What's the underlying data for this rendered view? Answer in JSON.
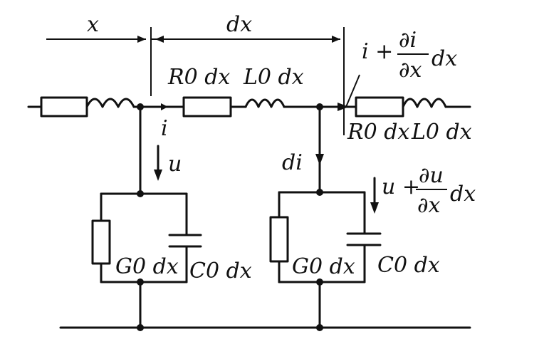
{
  "labels": {
    "x": "x",
    "dx": "dx",
    "r0dx_top": "R0 dx",
    "l0dx_top": "L0 dx",
    "i_in": "i",
    "i_out_prefix": "i +",
    "i_out_num": "∂i",
    "i_out_den": "∂x",
    "i_out_suffix": "dx",
    "r0dx_right": "R0 dx",
    "l0dx_right": "L0 dx",
    "u": "u",
    "di": "di",
    "u_out_prefix": "u +",
    "u_out_num": "∂u",
    "u_out_den": "∂x",
    "u_out_suffix": "dx",
    "g0dx_left": "G0 dx",
    "c0dx_left": "C0 dx",
    "g0dx_right": "G0 dx",
    "c0dx_right": "C0 dx"
  }
}
